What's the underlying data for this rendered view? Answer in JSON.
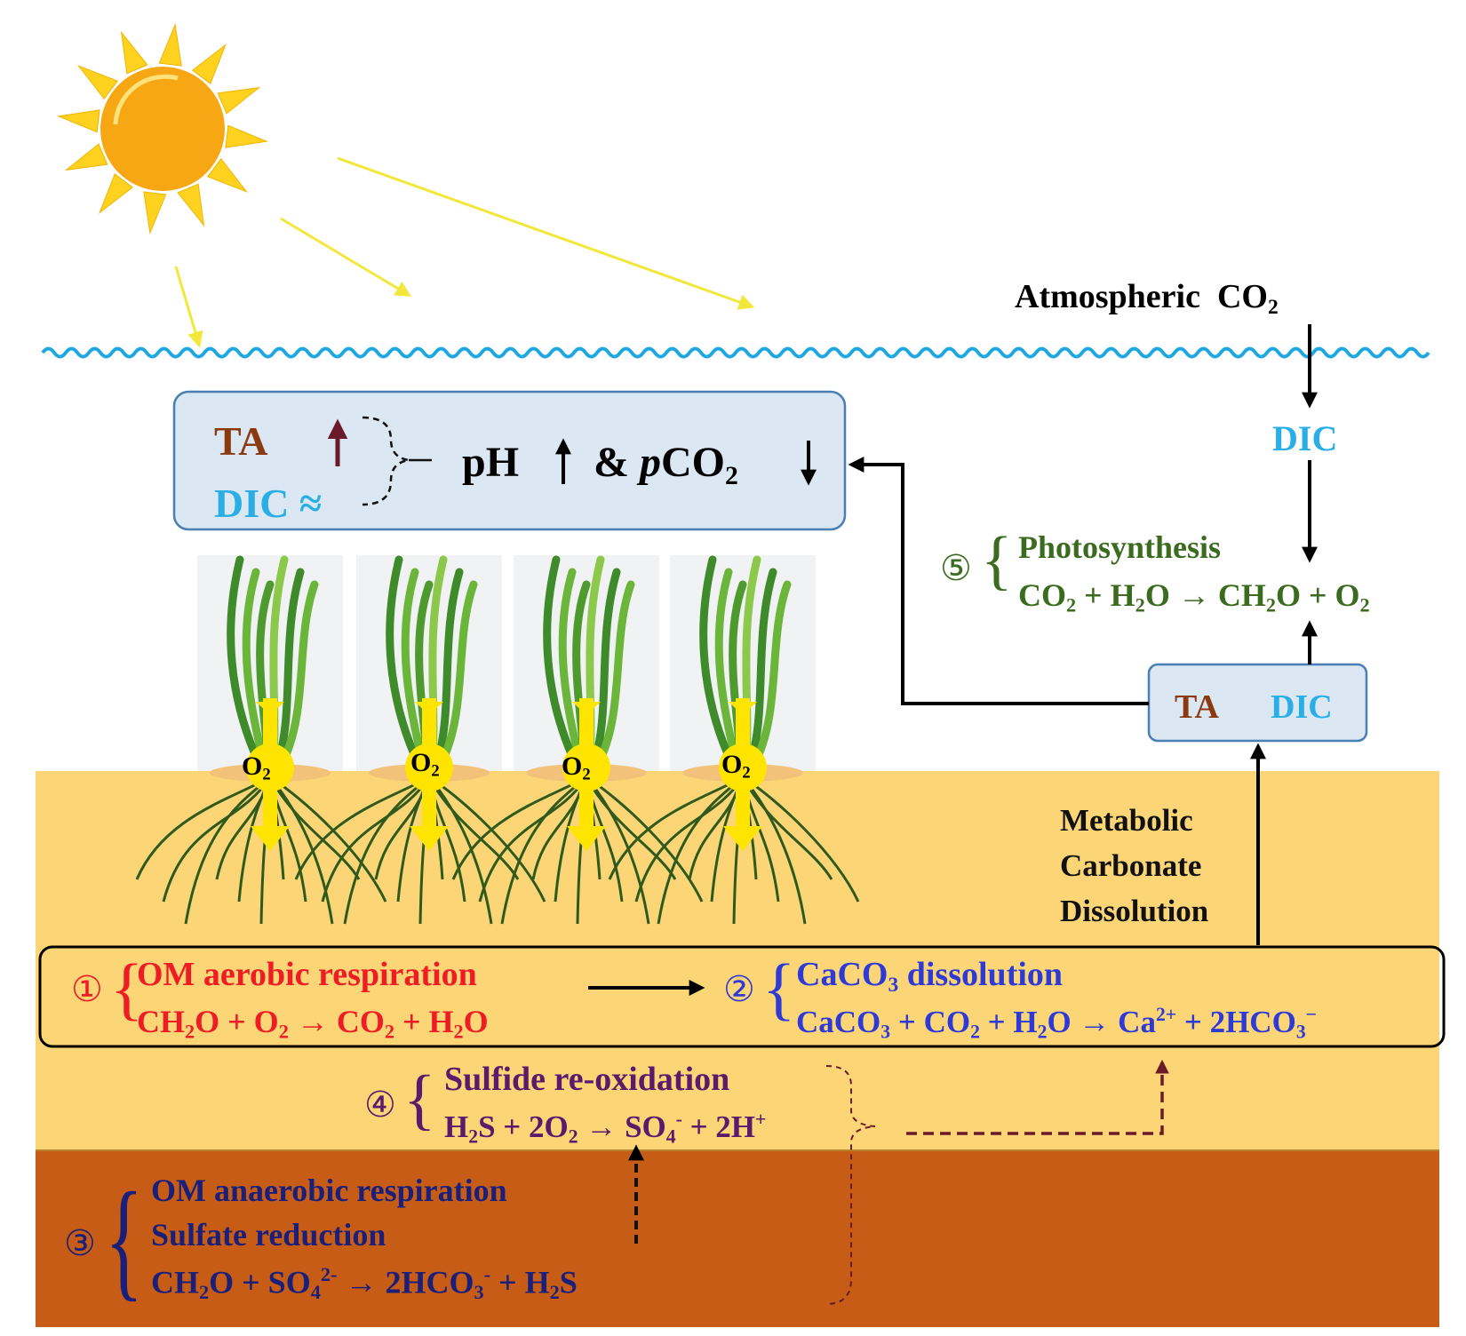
{
  "colors": {
    "water": "#1ea7e1",
    "sun": "#f7a713",
    "sun_rays": "#ffd21f",
    "light_rays": "#f2e83c",
    "box_fill": "#dbe7f2",
    "box_stroke": "#4a7fb5",
    "sediment_upper": "#fbd576",
    "sediment_lower": "#c65c15",
    "ta_brown": "#8b3a0f",
    "dic_blue": "#29aee6",
    "green_text": "#3b6b1e",
    "red_text": "#ee1c24",
    "blue_text": "#2e3ad8",
    "purple_text": "#5b1a6b",
    "navy_text": "#1a1f7a",
    "dark_red_arrow": "#6b1a2a"
  },
  "atmosphere": {
    "label": "Atmospheric",
    "co2": "CO",
    "co2_sub": "2"
  },
  "top_box": {
    "ta": "TA",
    "dic": "DIC ≈",
    "ph": "pH",
    "amp": "&",
    "pco2_p": "p",
    "pco2": "CO",
    "pco2_sub": "2"
  },
  "dic_label": "DIC",
  "photosynthesis": {
    "number": "⑤",
    "title": "Photosynthesis",
    "eq": {
      "a": "CO",
      "a_sub": "2",
      "b": " + H",
      "b_sub": "2",
      "c": "O → CH",
      "c_sub": "2",
      "d": "O + O",
      "d_sub": "2"
    }
  },
  "ta_dic_box": {
    "ta": "TA",
    "dic": "DIC"
  },
  "o2_labels": [
    {
      "text": "O",
      "sub": "2"
    },
    {
      "text": "O",
      "sub": "2"
    },
    {
      "text": "O",
      "sub": "2"
    },
    {
      "text": "O",
      "sub": "2"
    }
  ],
  "metabolic": {
    "line1": "Metabolic",
    "line2": "Carbonate",
    "line3": "Dissolution"
  },
  "process1": {
    "number": "①",
    "title": "OM  aerobic  respiration",
    "eq": {
      "a": "CH",
      "a_sub": "2",
      "b": "O + O",
      "b_sub": "2",
      "c": " → CO",
      "c_sub": "2",
      "d": " + H",
      "d_sub": "2",
      "e": "O"
    }
  },
  "process2": {
    "number": "②",
    "title": "CaCO",
    "title_sub": "3",
    "title_rest": " dissolution",
    "eq": {
      "a": "CaCO",
      "a_sub": "3",
      "b": " + CO",
      "b_sub": "2",
      "c": " + H",
      "c_sub": "2",
      "d": "O → Ca",
      "d_sup": "2+",
      "e": " + 2HCO",
      "e_sub": "3",
      "e_sup": "−"
    }
  },
  "process4": {
    "number": "④",
    "title": "Sulfide  re-oxidation",
    "eq": {
      "a": "H",
      "a_sub": "2",
      "b": "S + 2O",
      "b_sub": "2",
      "c": " → SO",
      "c_sub": "4",
      "c_sup": "-",
      "d": " + 2H",
      "d_sup": "+"
    }
  },
  "process3": {
    "number": "③",
    "line1": "OM anaerobic respiration",
    "line2": "Sulfate reduction",
    "eq": {
      "a": "CH",
      "a_sub": "2",
      "b": "O + SO",
      "b_sub": "4",
      "b_sup": "2-",
      "c": " → 2HCO",
      "c_sub": "3",
      "c_sup": "-",
      "d": " + H",
      "d_sub": "2",
      "e": "S"
    }
  }
}
